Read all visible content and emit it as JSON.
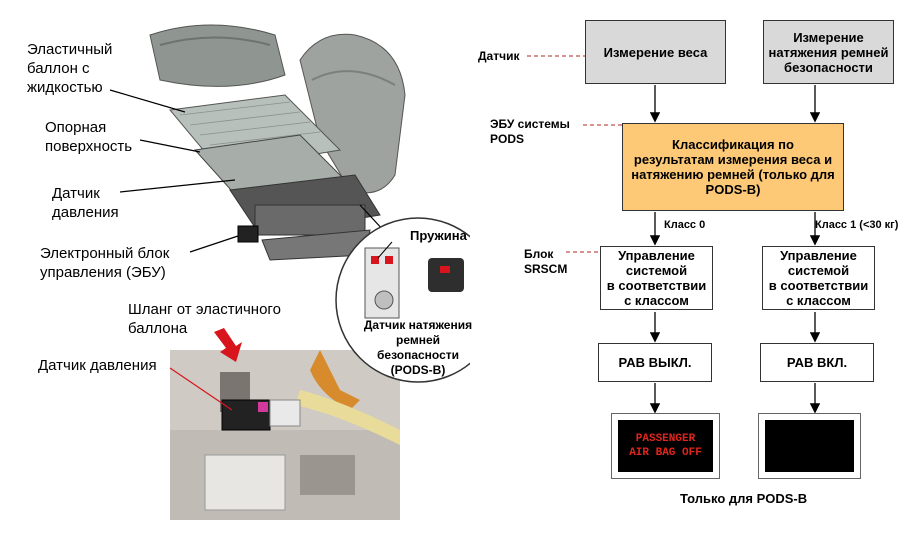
{
  "photo_labels": {
    "fluid_bladder": "Эластичный\nбаллон с\nжидкостью",
    "support_surface": "Опорная\nповерхность",
    "pressure_sensor_top": "Датчик\nдавления",
    "ecu": "Электронный блок\nуправления (ЭБУ)",
    "hose": "Шланг от эластичного\nбаллона",
    "pressure_sensor_bottom": "Датчик давления",
    "spring": "Пружина",
    "belt_sensor": "Датчик натяжения\nремней безопасности\n(PODS-B)"
  },
  "diagram": {
    "side_labels": {
      "sensor": "Датчик",
      "ecu_pods": "ЭБУ системы\nPODS",
      "srscm": "Блок\nSRSCM"
    },
    "boxes": {
      "weight": "Измерение веса",
      "belt_tension": "Измерение\nнатяжения ремней\nбезопасности",
      "classification": "Классификация по\nрезультатам измерения веса и\nнатяжению ремней (только для\nPODS-B)",
      "control_left": "Управление\nсистемой\nв соответствии\nс классом",
      "control_right": "Управление\nсистемой\nв соответствии\nс классом",
      "pab_off": "PAB ВЫКЛ.",
      "pab_on": "PAB ВКЛ."
    },
    "arrow_labels": {
      "class0": "Класс 0",
      "class1": "Класс 1 (<30 кг)"
    },
    "indicator_text": "PASSENGER\nAIR BAG OFF",
    "footer": "Только для PODS-B"
  },
  "colors": {
    "orange_box": "#fdc977",
    "gray_box": "#d9d9d9",
    "dashed_red": "#c0504d",
    "indicator_red": "#e0251c"
  }
}
